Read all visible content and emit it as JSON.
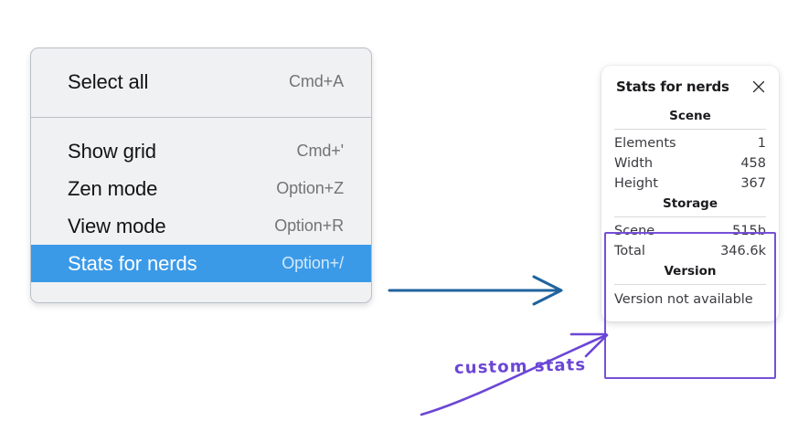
{
  "canvas": {
    "background": "#ffffff",
    "accent_blue": "#3b9ae8",
    "annotation_purple": "#6b46d6",
    "arrow_blue": "#1f639e"
  },
  "context_menu": {
    "name": "canvas-context-menu",
    "sections": [
      {
        "items": [
          {
            "label": "Select all",
            "shortcut": "Cmd+A",
            "selected": false
          }
        ]
      },
      {
        "items": [
          {
            "label": "Show grid",
            "shortcut": "Cmd+'",
            "selected": false
          },
          {
            "label": "Zen mode",
            "shortcut": "Option+Z",
            "selected": false
          },
          {
            "label": "View mode",
            "shortcut": "Option+R",
            "selected": false
          },
          {
            "label": "Stats for nerds",
            "shortcut": "Option+/",
            "selected": true
          }
        ]
      }
    ]
  },
  "stats_panel": {
    "title": "Stats for nerds",
    "close_icon": "close-icon",
    "sections": [
      {
        "heading": "Scene",
        "rows": [
          {
            "key": "Elements",
            "value": "1"
          },
          {
            "key": "Width",
            "value": "458"
          },
          {
            "key": "Height",
            "value": "367"
          }
        ]
      },
      {
        "heading": "Storage",
        "rows": [
          {
            "key": "Scene",
            "value": "515b"
          },
          {
            "key": "Total",
            "value": "346.6k"
          }
        ]
      },
      {
        "heading": "Version",
        "note": "Version not available",
        "rows": []
      }
    ]
  },
  "annotations": {
    "text": "custom stats",
    "blue_arrow_name": "blue-pointer-arrow",
    "purple_arrow_name": "purple-pointer-arrow",
    "highlight_box_name": "custom-stats-highlight-box"
  }
}
